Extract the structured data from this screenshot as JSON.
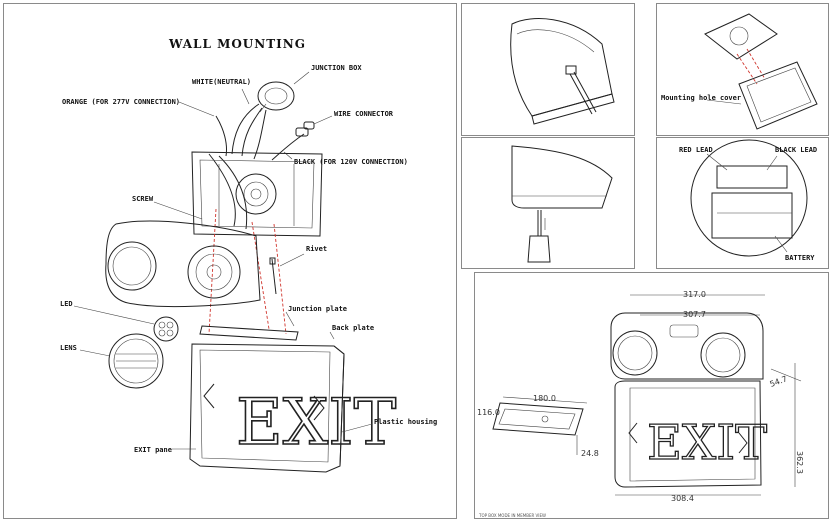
{
  "main": {
    "title": "WALL MOUNTING",
    "labels": {
      "junction_box": "JUNCTION BOX",
      "white": "WHITE(NEUTRAL)",
      "orange": "ORANGE (FOR 277V CONNECTION)",
      "wire_connector": "WIRE CONNECTOR",
      "black": "BLACK (FOR 120V CONNECTION)",
      "screw": "SCREW",
      "rivet": "Rivet",
      "junction_plate": "Junction plate",
      "back_plate": "Back plate",
      "led": "LED",
      "lens": "LENS",
      "exit_panel": "EXIT pane",
      "plastic_housing": "Plastic housing"
    },
    "exit_text": "EXIT"
  },
  "panel_tr": {
    "mounting_hole_cover": "Mounting hole cover"
  },
  "panel_mr": {
    "red_lead": "RED LEAD",
    "black_lead": "BLACK LEAD",
    "battery": "BATTERY"
  },
  "dims": {
    "width_overall": "317.0",
    "width_inner": "307.7",
    "depth": "54.7",
    "height": "362.3",
    "bottom": "308.4",
    "plate_w": "180.0",
    "plate_h": "116.0",
    "plate_d": "24.8",
    "exit_text": "EXIT",
    "caption": "TOP BOX MODE IN MEMBER VIEW"
  },
  "colors": {
    "panel_border": "#8a8a8a",
    "line": "#222222",
    "red_guide": "#d0342c"
  }
}
